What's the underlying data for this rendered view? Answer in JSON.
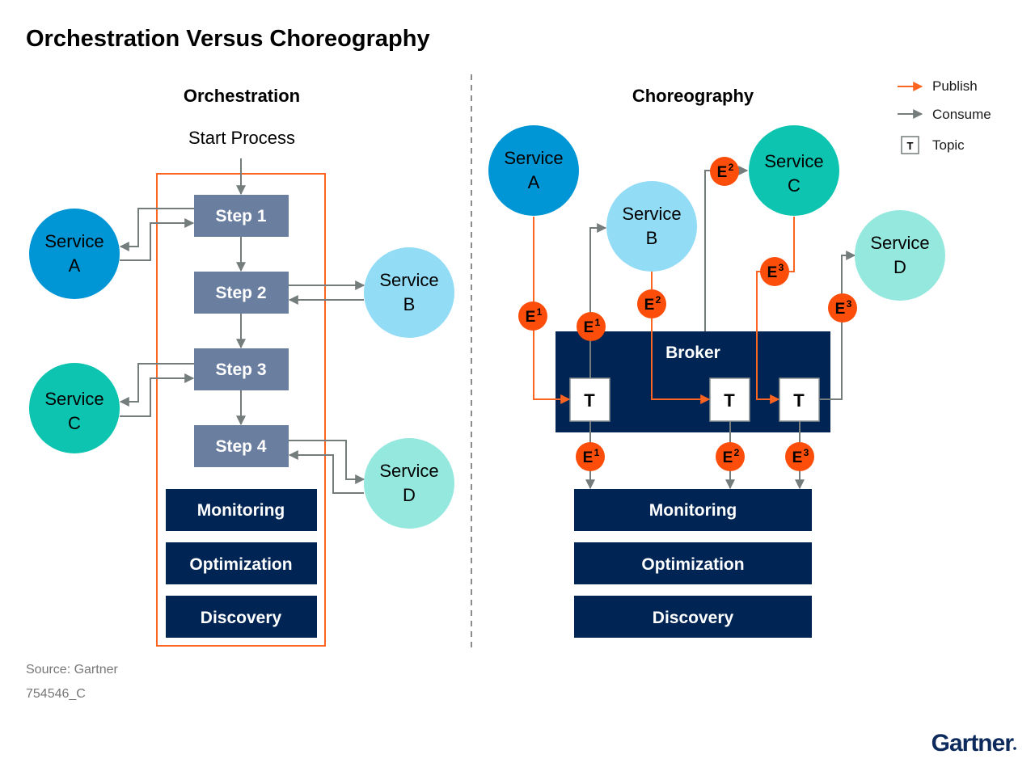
{
  "title": "Orchestration Versus Choreography",
  "colors": {
    "service_a": "#0095d4",
    "service_b": "#92dcf6",
    "service_c": "#0cc4b0",
    "service_d": "#95e8de",
    "step_fill": "#6a7ea0",
    "navy": "#002554",
    "publish": "#fc6421",
    "consume": "#747c7c",
    "event_badge": "#fc4d0a",
    "divider": "#8c8c8c"
  },
  "orchestration": {
    "heading": "Orchestration",
    "start_label": "Start Process",
    "steps": [
      "Step 1",
      "Step 2",
      "Step 3",
      "Step 4"
    ],
    "services": [
      {
        "name": "Service",
        "letter": "A",
        "connects_to": "Step 1"
      },
      {
        "name": "Service",
        "letter": "B",
        "connects_to": "Step 2"
      },
      {
        "name": "Service",
        "letter": "C",
        "connects_to": "Step 3"
      },
      {
        "name": "Service",
        "letter": "D",
        "connects_to": "Step 4"
      }
    ],
    "capabilities": [
      "Monitoring",
      "Optimization",
      "Discovery"
    ]
  },
  "choreography": {
    "heading": "Choreography",
    "services": [
      {
        "name": "Service",
        "letter": "A"
      },
      {
        "name": "Service",
        "letter": "B"
      },
      {
        "name": "Service",
        "letter": "C"
      },
      {
        "name": "Service",
        "letter": "D"
      }
    ],
    "broker_label": "Broker",
    "topic_label": "T",
    "events": [
      {
        "label": "E",
        "sup": "1",
        "flow": "Service A publishes to topic 1"
      },
      {
        "label": "E",
        "sup": "1",
        "flow": "Topic 1 consumed by Service B"
      },
      {
        "label": "E",
        "sup": "2",
        "flow": "Service B publishes to topic 2"
      },
      {
        "label": "E",
        "sup": "2",
        "flow": "Topic 2 consumed by Service C"
      },
      {
        "label": "E",
        "sup": "3",
        "flow": "Service C publishes to topic 3"
      },
      {
        "label": "E",
        "sup": "3",
        "flow": "Topic 3 consumed by Service D"
      },
      {
        "label": "E",
        "sup": "1",
        "flow": "Topic 1 to Monitoring"
      },
      {
        "label": "E",
        "sup": "2",
        "flow": "Topic 2 to Monitoring"
      },
      {
        "label": "E",
        "sup": "3",
        "flow": "Topic 3 to Monitoring"
      }
    ],
    "capabilities": [
      "Monitoring",
      "Optimization",
      "Discovery"
    ]
  },
  "legend": {
    "publish": "Publish",
    "consume": "Consume",
    "topic": "Topic",
    "topic_glyph": "T"
  },
  "footer": {
    "source": "Source: Gartner",
    "id": "754546_C",
    "logo": "Gartner"
  }
}
